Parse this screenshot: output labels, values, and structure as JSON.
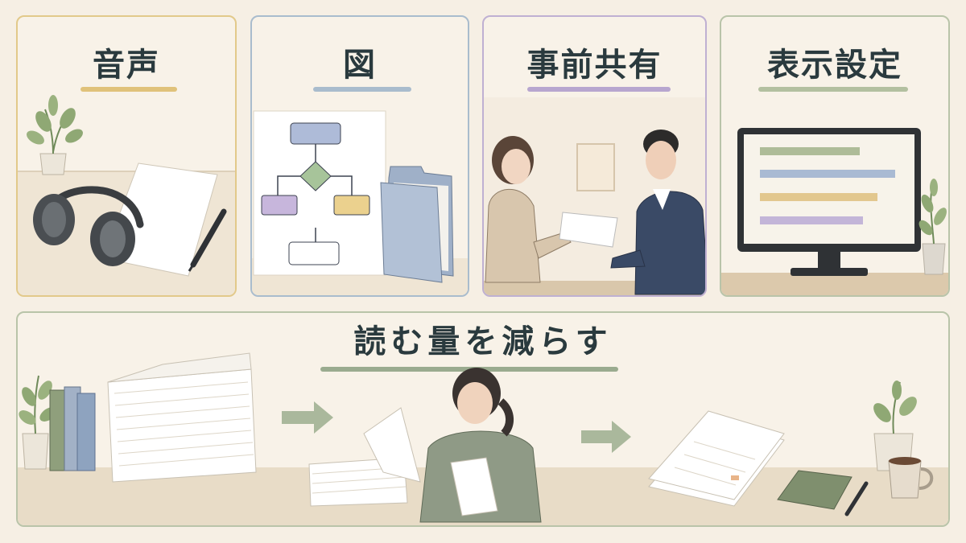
{
  "panels": {
    "audio": {
      "title": "音声",
      "accent": "#e0c27a"
    },
    "diagram": {
      "title": "図",
      "accent": "#a9bccd"
    },
    "pre_share": {
      "title": "事前共有",
      "accent": "#b7a6cf"
    },
    "display_settings": {
      "title": "表示設定",
      "accent": "#b3c0a0"
    },
    "reduce_reading": {
      "title": "読む量を減らす",
      "accent": "#9aab8f"
    }
  },
  "icons": {
    "headphones": "headphones-icon",
    "plant": "plant-icon",
    "pen": "pen-icon",
    "flowchart": "flowchart-icon",
    "folder": "folder-icon",
    "monitor": "monitor-icon",
    "arrow": "arrow-right-icon",
    "mug": "coffee-mug-icon",
    "book": "book-icon"
  }
}
